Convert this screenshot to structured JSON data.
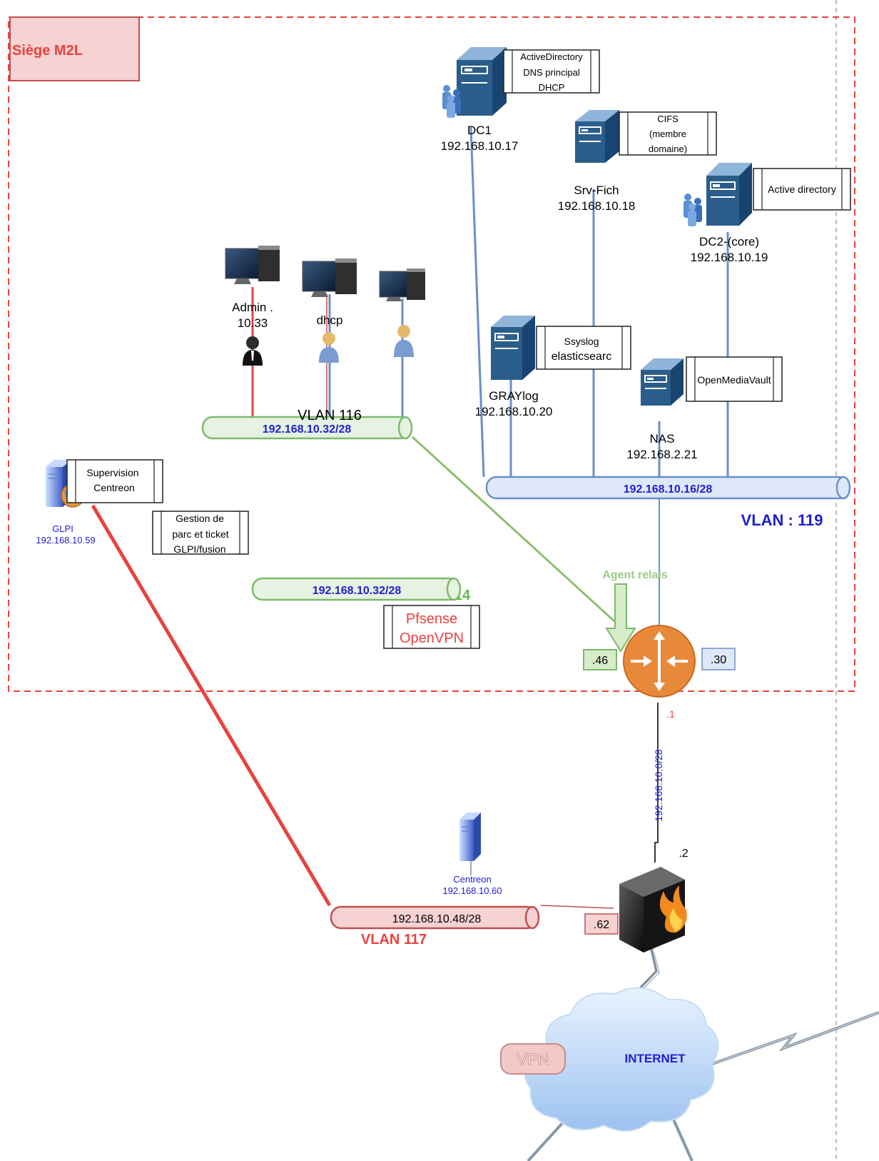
{
  "site": {
    "label": "Siège M2L"
  },
  "servers": {
    "dc1": {
      "name": "DC1",
      "ip": "192.168.10.17",
      "roles": [
        "ActiveDirectory",
        "DNS principal",
        "DHCP"
      ]
    },
    "srvfich": {
      "name": "Srv-Fich",
      "ip": "192.168.10.18",
      "roles": [
        "CIFS",
        "(membre",
        "domaine)"
      ]
    },
    "dc2": {
      "name": "DC2-(core)",
      "ip": "192.168.10.19",
      "roles": [
        "Active directory"
      ]
    },
    "graylog": {
      "name": "GRAYlog",
      "ip": "192.168.10.20",
      "roles": [
        "Ssyslog",
        "elasticsearc"
      ]
    },
    "nas": {
      "name": "NAS",
      "ip": "192.168.2.21",
      "roles": [
        "OpenMediaVault"
      ]
    }
  },
  "clients": {
    "admin": {
      "name": "Admin .",
      "ip": "10.33"
    },
    "dhcp": {
      "name": "dhcp"
    }
  },
  "networks": {
    "vlan116": {
      "label": "VLAN 116",
      "subnet": "192.168.10.32/28"
    },
    "vlan119": {
      "label": "VLAN : 119",
      "subnet": "192.168.10.16/28"
    },
    "vpn_bus": {
      "subnet": "192.168.10.32/28",
      "suffix": "14"
    },
    "vlan117": {
      "label": "VLAN 117",
      "subnet": "192.168.10.48/28"
    },
    "wan": {
      "subnet": "192.168.10.0/28"
    }
  },
  "glpi": {
    "name": "GLPI",
    "ip": "192.168.10.59",
    "box1": [
      "Supervision",
      "Centreon"
    ],
    "box2": [
      "Gestion de",
      "parc et ticket",
      "GLPI/fusion"
    ]
  },
  "pfsense": {
    "lines": [
      "Pfsense",
      "OpenVPN"
    ]
  },
  "router": {
    "agent": "Agent relais",
    "left_port": ".46",
    "right_port": ".30",
    "bottom_port": ".1"
  },
  "firewall": {
    "top_port": ".2",
    "left_port": ".62"
  },
  "centreon": {
    "name": "Centreon",
    "ip": "192.168.10.60"
  },
  "internet": {
    "label": "INTERNET",
    "vpn": "VPN"
  },
  "colors": {
    "red": "#e8423f",
    "blue": "#1f1fcf",
    "green": "#5db94a",
    "server": "#2a5d8a"
  }
}
